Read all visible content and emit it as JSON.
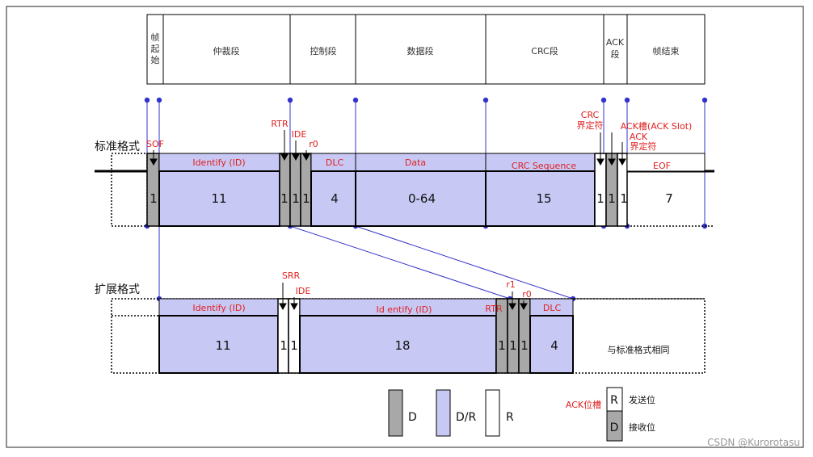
{
  "header": {
    "segments": [
      "帧起始",
      "仲裁段",
      "控制段",
      "数据段",
      "CRC段",
      "ACK段",
      "帧结束"
    ]
  },
  "standard": {
    "row_label": "标准格式",
    "callouts": {
      "sof": "SOF",
      "rtr": "RTR",
      "ide": "IDE",
      "r0": "r0",
      "crc_delim": "CRC 界定符",
      "ack_slot": "ACK槽(ACK Slot)",
      "ack_delim": "ACK 界定符"
    },
    "fields": {
      "identify": "Identify (ID)",
      "dlc": "DLC",
      "data": "Data",
      "crc_seq": "CRC Sequence",
      "eof": "EOF"
    },
    "bits": {
      "sof": "1",
      "id": "11",
      "rtr": "1",
      "ide": "1",
      "r0": "1",
      "dlc": "4",
      "data": "0-64",
      "crc": "15",
      "crc_delim": "1",
      "ack_slot": "1",
      "ack_delim": "1",
      "eof": "7"
    }
  },
  "extended": {
    "row_label": "扩展格式",
    "callouts": {
      "srr": "SRR",
      "ide": "IDE",
      "rtr": "RTR",
      "r1": "r1",
      "r0": "r0"
    },
    "fields": {
      "identify": "Identify (ID)",
      "identify2": "Id entify (ID)",
      "dlc": "DLC",
      "same": "与标准格式相同"
    },
    "bits": {
      "id": "11",
      "srr": "1",
      "ide": "1",
      "id2": "18",
      "rtr": "1",
      "r1": "1",
      "r0": "1",
      "dlc": "4"
    }
  },
  "legend": {
    "d": "D",
    "dr": "D/R",
    "r": "R",
    "ack_slot_label": "ACK位槽",
    "send_letter": "R",
    "send_text": "发送位",
    "recv_letter": "D",
    "recv_text": "接收位"
  },
  "watermark": "CSDN @Kurorotasu",
  "colors": {
    "dominant": "#a8a8a8",
    "dr": "#c8c8f5",
    "recessive": "#ffffff",
    "accent_red": "#e02020",
    "accent_blue": "#3333cc"
  }
}
